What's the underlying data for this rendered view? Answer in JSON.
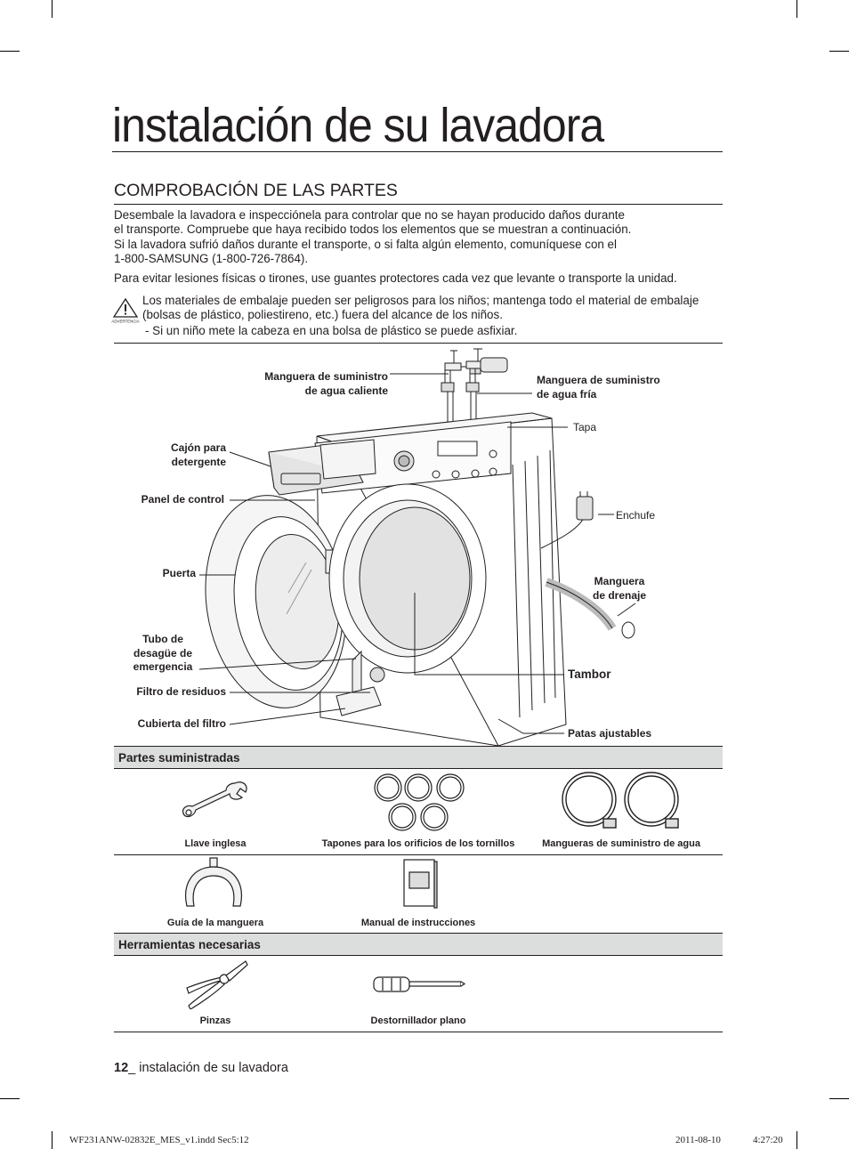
{
  "page": {
    "title": "instalación de su lavadora",
    "section": "COMPROBACIÓN DE LAS PARTES",
    "intro": [
      "Desembale la lavadora e inspecciónela para controlar que no se hayan producido daños durante",
      "el transporte. Compruebe que haya recibido todos los elementos que se muestran a continuación.",
      "Si la lavadora sufrió daños durante el transporte, o si falta algún elemento, comuníquese con el",
      "1-800-SAMSUNG (1-800-726-7864)."
    ],
    "gloves": "Para evitar lesiones físicas o tirones, use guantes protectores cada vez que levante o transporte la unidad.",
    "warning": {
      "icon_label": "ADVERTENCIA",
      "text": "Los materiales de embalaje pueden ser peligrosos para los niños; mantenga todo el material de embalaje (bolsas de plástico, poliestireno, etc.) fuera del alcance de los niños.",
      "bullet": "-   Si un niño mete la cabeza en una bolsa de plástico se puede asfixiar."
    }
  },
  "diagram": {
    "hot_hose": [
      "Manguera de suministro",
      "de agua caliente"
    ],
    "cold_hose": [
      "Manguera de suministro",
      "de agua fría"
    ],
    "lid": "Tapa",
    "detergent": [
      "Cajón para",
      "detergente"
    ],
    "control_panel": "Panel de control",
    "plug": "Enchufe",
    "door": "Puerta",
    "drain_hose": [
      "Manguera",
      "de drenaje"
    ],
    "emergency_tube": [
      "Tubo de",
      "desagüe de",
      "emergencia"
    ],
    "drum": "Tambor",
    "filter": "Filtro de residuos",
    "filter_cover": "Cubierta del filtro",
    "feet": "Patas ajustables"
  },
  "supplied": {
    "header": "Partes suministradas",
    "items": [
      "Llave inglesa",
      "Tapones para los orificios de los tornillos",
      "Mangueras de suministro de agua",
      "Guía de la manguera",
      "Manual de instrucciones"
    ]
  },
  "tools": {
    "header": "Herramientas necesarias",
    "items": [
      "Pinzas",
      "Destornillador plano"
    ]
  },
  "footer": {
    "page_number": "12",
    "page_label": "_ instalación de su lavadora",
    "file": "WF231ANW-02832E_MES_v1.indd   Sec5:12",
    "date": "2011-08-10",
    "time": "4:27:20"
  }
}
